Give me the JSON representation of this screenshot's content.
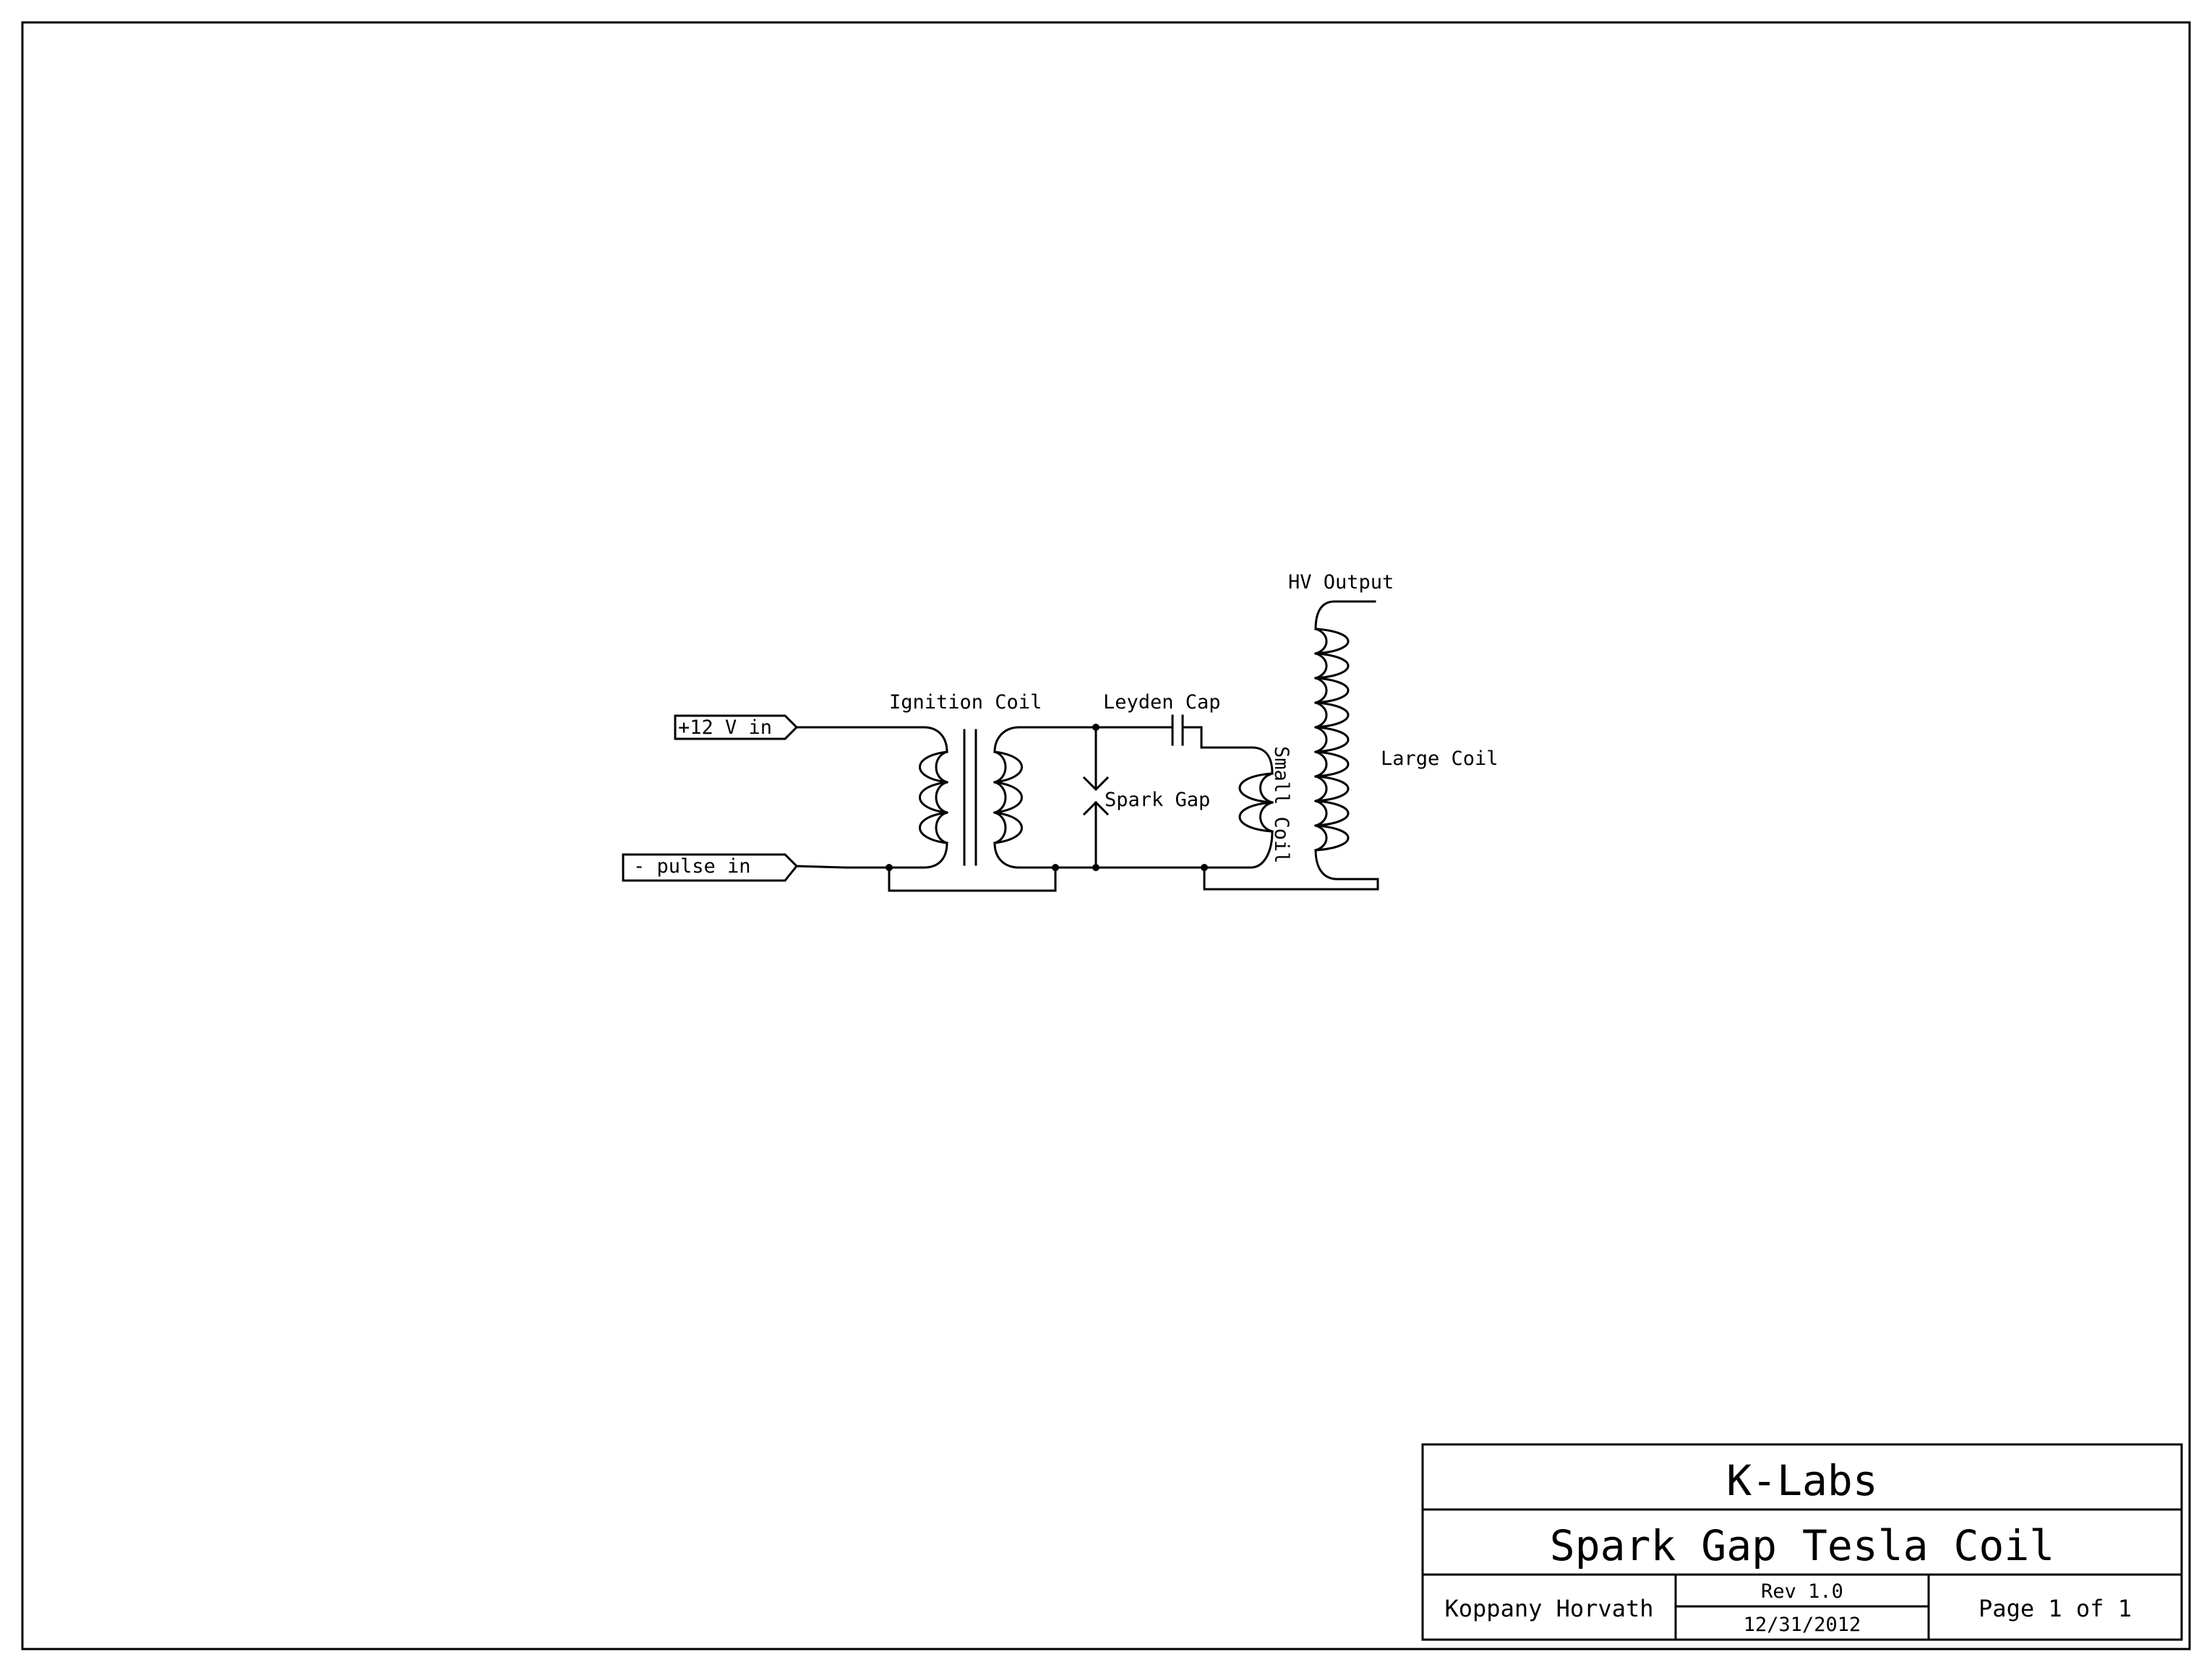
{
  "schematic": {
    "ports": {
      "plus12": "+12 V in",
      "pulse": "- pulse in",
      "hv": "HV Output"
    },
    "components": {
      "ignition_coil": "Ignition Coil",
      "leyden_cap": "Leyden Cap",
      "spark_gap": "Spark Gap",
      "small_coil": "Small Coil",
      "large_coil": "Large Coil"
    }
  },
  "title_block": {
    "company": "K-Labs",
    "title": "Spark Gap Tesla Coil",
    "author": "Koppany Horvath",
    "rev": "Rev 1.0",
    "date": "12/31/2012",
    "page": "Page 1 of 1"
  }
}
